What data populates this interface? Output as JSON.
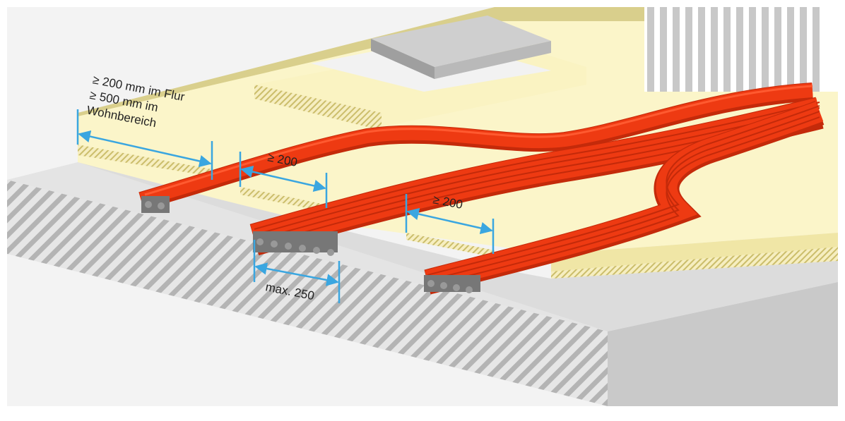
{
  "labels": {
    "wall_distance": [
      "≥ 200 mm im Flur",
      "≥ 500 mm im",
      "Wohnbereich"
    ],
    "gap_1": "≥ 200",
    "gap_2": "≥ 200",
    "max_width": "max. 250"
  },
  "colors": {
    "pipe": "#ee3a12",
    "pipe_dark": "#c42a0a",
    "pipe_highlight": "#ff5a30",
    "dimension": "#3aa6e0",
    "insulation": "#fbf5c9",
    "insulation_edge": "#e6db8e",
    "concrete_top": "#e9e9e9",
    "concrete_side": "#cfcfcf",
    "hatch": "#9a9a9a",
    "wall_top": "#d8cf8a"
  },
  "icons": [
    "heating-pipe-bundle-icon",
    "manifold-icon",
    "dimension-arrow-icon"
  ]
}
